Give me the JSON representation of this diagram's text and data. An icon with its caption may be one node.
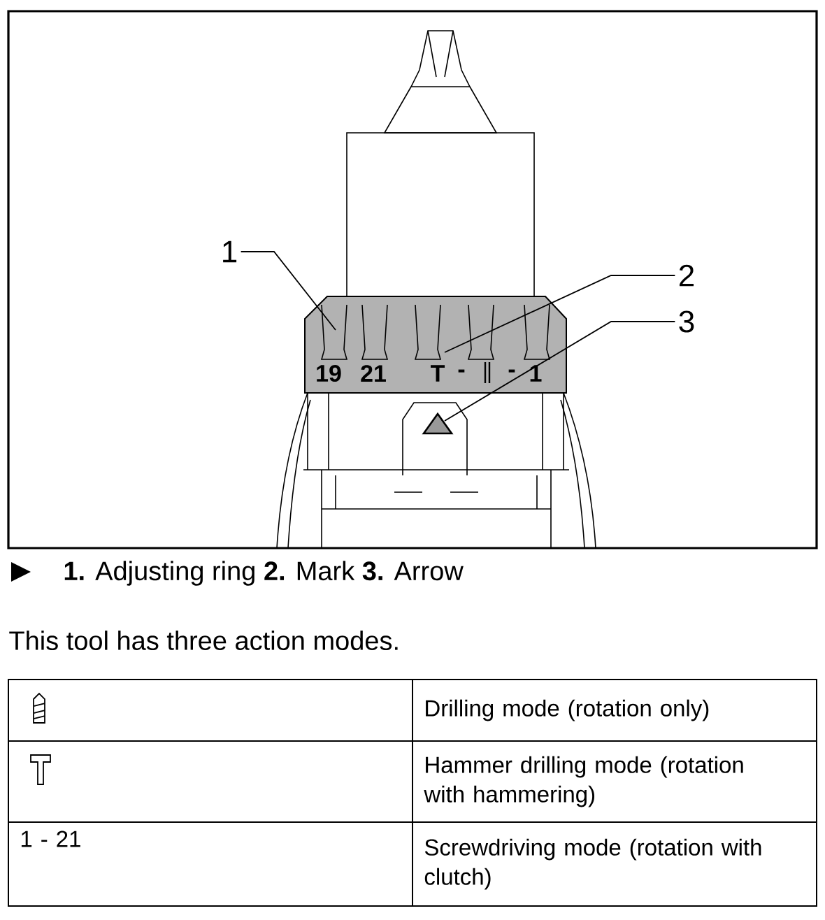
{
  "diagram": {
    "caption": "**1.** Adjusting ring **2.** Mark **3.** Arrow",
    "nodes": [
      {
        "text": [
          "1"
        ]
      },
      {
        "text": [
          "2"
        ]
      },
      {
        "text": [
          "3"
        ]
      },
      {
        "text": [],
        "shape": "triangle"
      }
    ],
    "edges": [
      {
        "from": 0,
        "to": null,
        "arrow": "none"
      },
      {
        "from": 1,
        "to": null,
        "arrow": "none"
      },
      {
        "from": 2,
        "to": 3,
        "arrow": "none"
      }
    ],
    "labels": [
      "19",
      "21",
      "T",
      "-",
      "-",
      "1",
      "This tool has three action modes.",
      "Drilling mode (rotation only)",
      "Hammer drilling mode (rotation with hammering)",
      "1 - 21",
      "Screwdriving mode (rotation with clutch)"
    ]
  }
}
